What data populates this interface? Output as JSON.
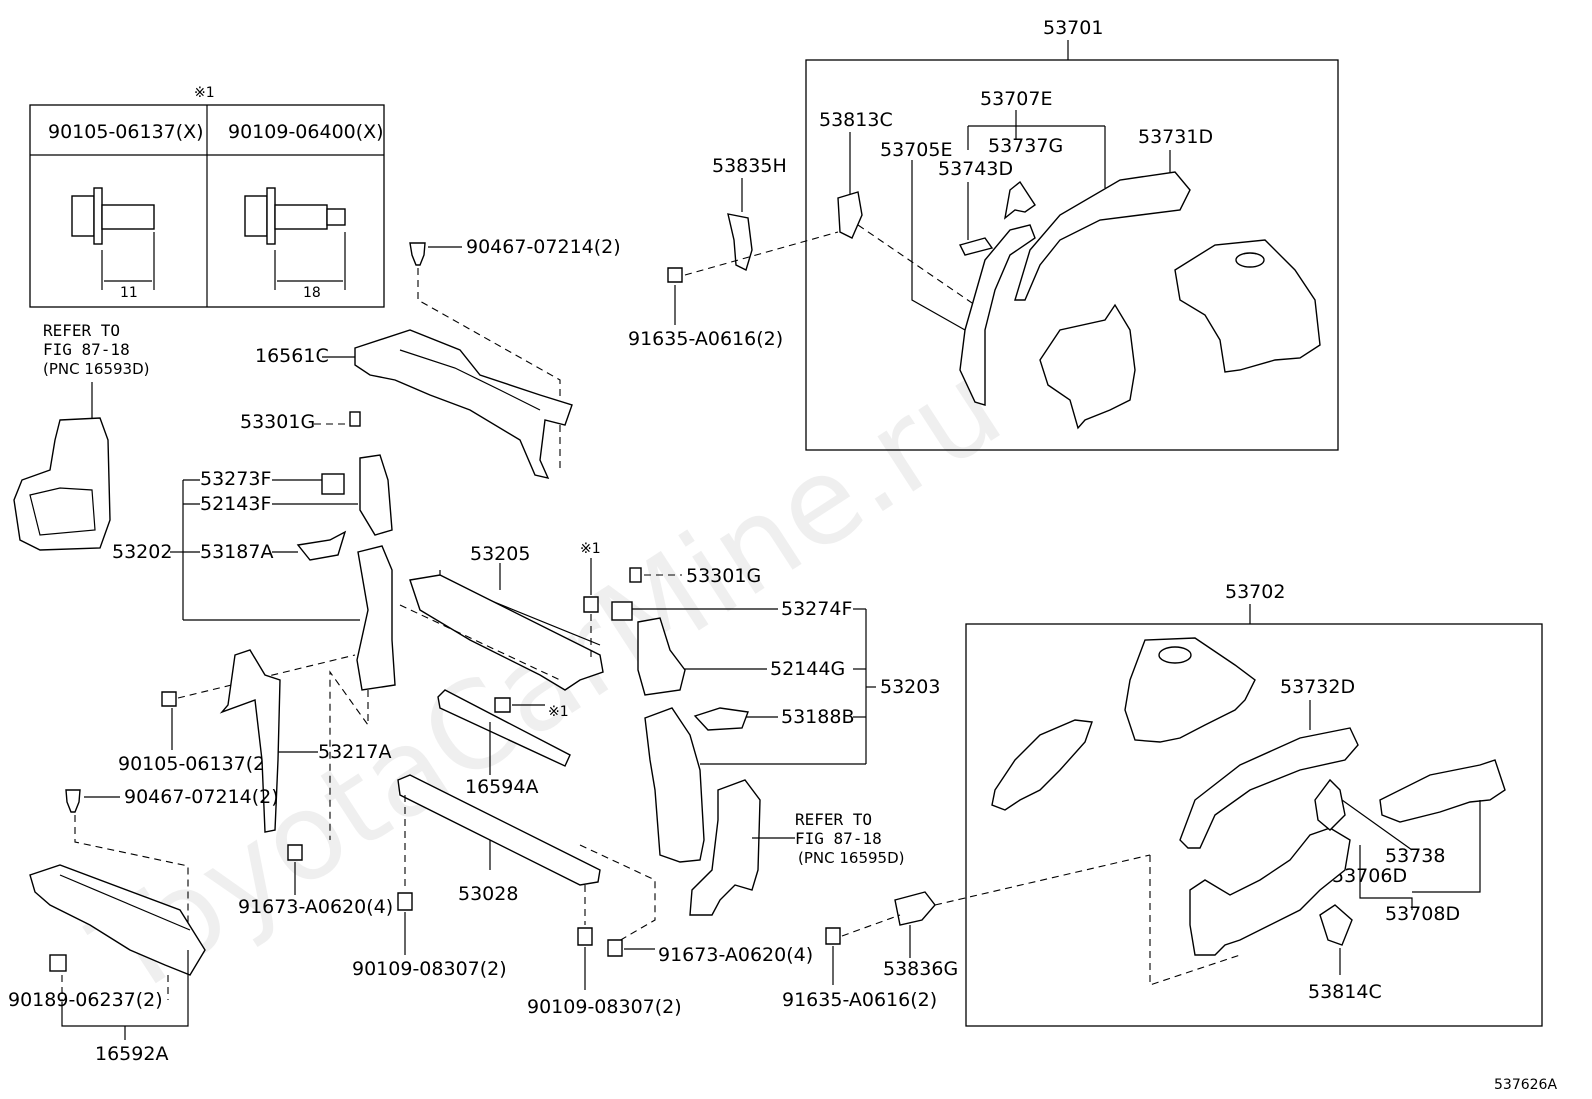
{
  "watermark": "ToyotaCarMine.ru",
  "figure_id": "537626A",
  "inset": {
    "mark": "※1",
    "col1_part": "90105-06137(X)",
    "col2_part": "90109-06400(X)",
    "col1_dim": "11",
    "col2_dim": "18"
  },
  "groups": {
    "g53701": "53701",
    "g53702": "53702",
    "g53202": "53202",
    "g53203": "53203",
    "g53707E": "53707E"
  },
  "refs": {
    "left": [
      "REFER TO",
      "FIG 87-18",
      "(PNC 16593D)"
    ],
    "right": [
      "REFER TO",
      "FIG 87-18",
      "(PNC 16595D)"
    ]
  },
  "labels": {
    "p90467_top": "90467-07214(2)",
    "p16561C": "16561C",
    "p53301G_left": "53301G",
    "p53273F": "53273F",
    "p52143F": "52143F",
    "p53187A": "53187A",
    "p53205": "53205",
    "mark_1a": "※1",
    "p53301G_right": "53301G",
    "p53274F": "53274F",
    "p52144G": "52144G",
    "p53188B": "53188B",
    "mark_1b": "※1",
    "p16594A": "16594A",
    "p90105": "90105-06137(2)",
    "p53217A": "53217A",
    "p90467_bot": "90467-07214(2)",
    "p91673_left": "91673-A0620(4)",
    "p53028": "53028",
    "p90109_mid": "90109-08307(2)",
    "p91673_right": "91673-A0620(4)",
    "p90109_right": "90109-08307(2)",
    "p90189": "90189-06237(2)",
    "p16592A": "16592A",
    "p53835H": "53835H",
    "p91635_top": "91635-A0616(2)",
    "p53813C": "53813C",
    "p53705E": "53705E",
    "p53737G": "53737G",
    "p53743D": "53743D",
    "p53731D": "53731D",
    "p53732D": "53732D",
    "p53738": "53738",
    "p53706D": "53706D",
    "p53708D": "53708D",
    "p53836G": "53836G",
    "p91635_bot": "91635-A0616(2)",
    "p53814C": "53814C"
  }
}
